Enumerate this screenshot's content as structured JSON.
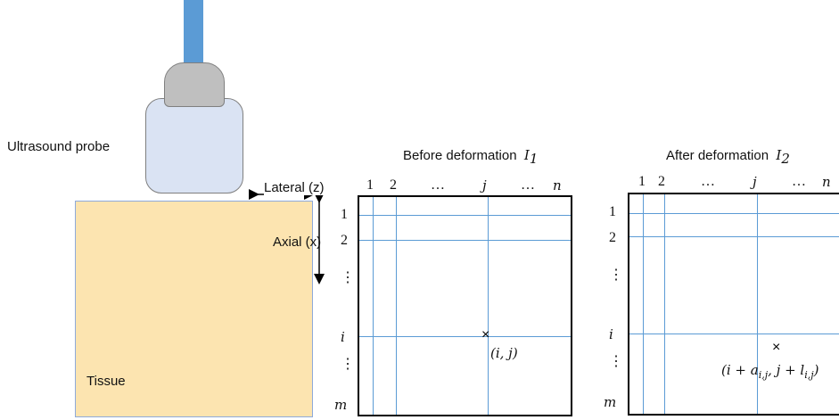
{
  "probe": {
    "label": "Ultrasound probe"
  },
  "tissue": {
    "label": "Tissue"
  },
  "directions": {
    "lateral": "Lateral (z)",
    "axial": "Axial (x)"
  },
  "before": {
    "title": "Before deformation",
    "symbol": "I",
    "subscript": "1",
    "col_labels": [
      "1",
      "2",
      "…",
      "j",
      "…",
      "n"
    ],
    "row_labels": [
      "1",
      "2",
      "⋮",
      "i",
      "⋮",
      "m"
    ],
    "point_marker": "×",
    "point_label": "(i, j)"
  },
  "after": {
    "title": "After deformation",
    "symbol": "I",
    "subscript": "2",
    "col_labels": [
      "1",
      "2",
      "…",
      "j",
      "…",
      "n"
    ],
    "row_labels": [
      "1",
      "2",
      "⋮",
      "i",
      "⋮",
      "m"
    ],
    "point_marker": "×",
    "point_label_prefix": "(i + a",
    "point_label_sub1": "i,j",
    "point_label_mid": ", j + l",
    "point_label_sub2": "i,j",
    "point_label_suffix": ")"
  },
  "colors": {
    "grid_line": "#5b9bd5",
    "tissue": "#fce4b0",
    "probe_body": "#dae3f3",
    "probe_cap": "#bfbfbf",
    "cable": "#5b9bd5"
  }
}
